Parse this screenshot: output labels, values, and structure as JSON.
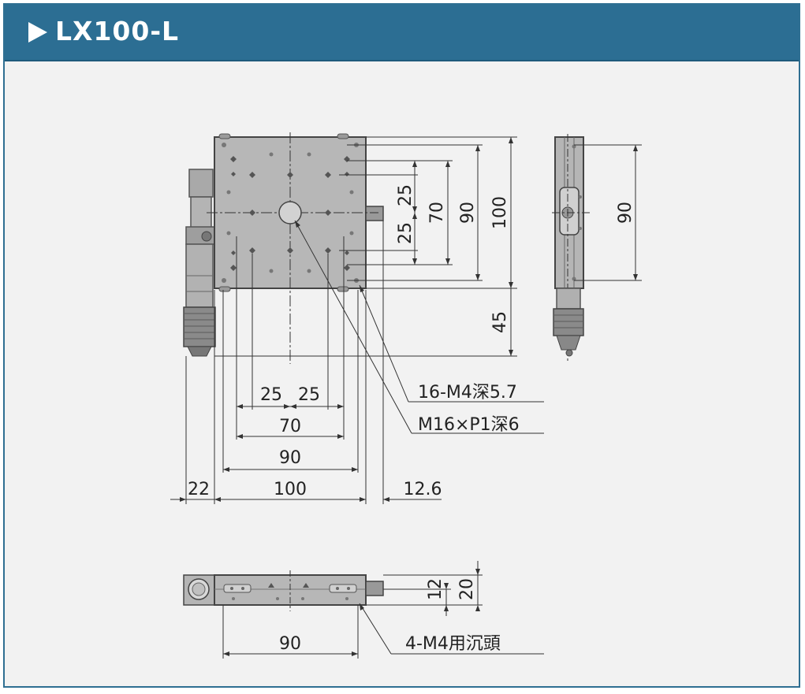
{
  "header": {
    "title": "LX100-L"
  },
  "top_view": {
    "dims_bottom": [
      "25",
      "25",
      "70",
      "90",
      "100",
      "22",
      "12.6"
    ],
    "dims_right": [
      "25",
      "25",
      "70",
      "90",
      "100",
      "45"
    ],
    "callout_holes": "16-M4深5.7",
    "callout_center": "M16×P1深6"
  },
  "side_view": {
    "dim_height": "90"
  },
  "front_view": {
    "dim_width": "90",
    "dim_h1": "12",
    "dim_h2": "20",
    "callout": "4-M4用沉頭"
  }
}
